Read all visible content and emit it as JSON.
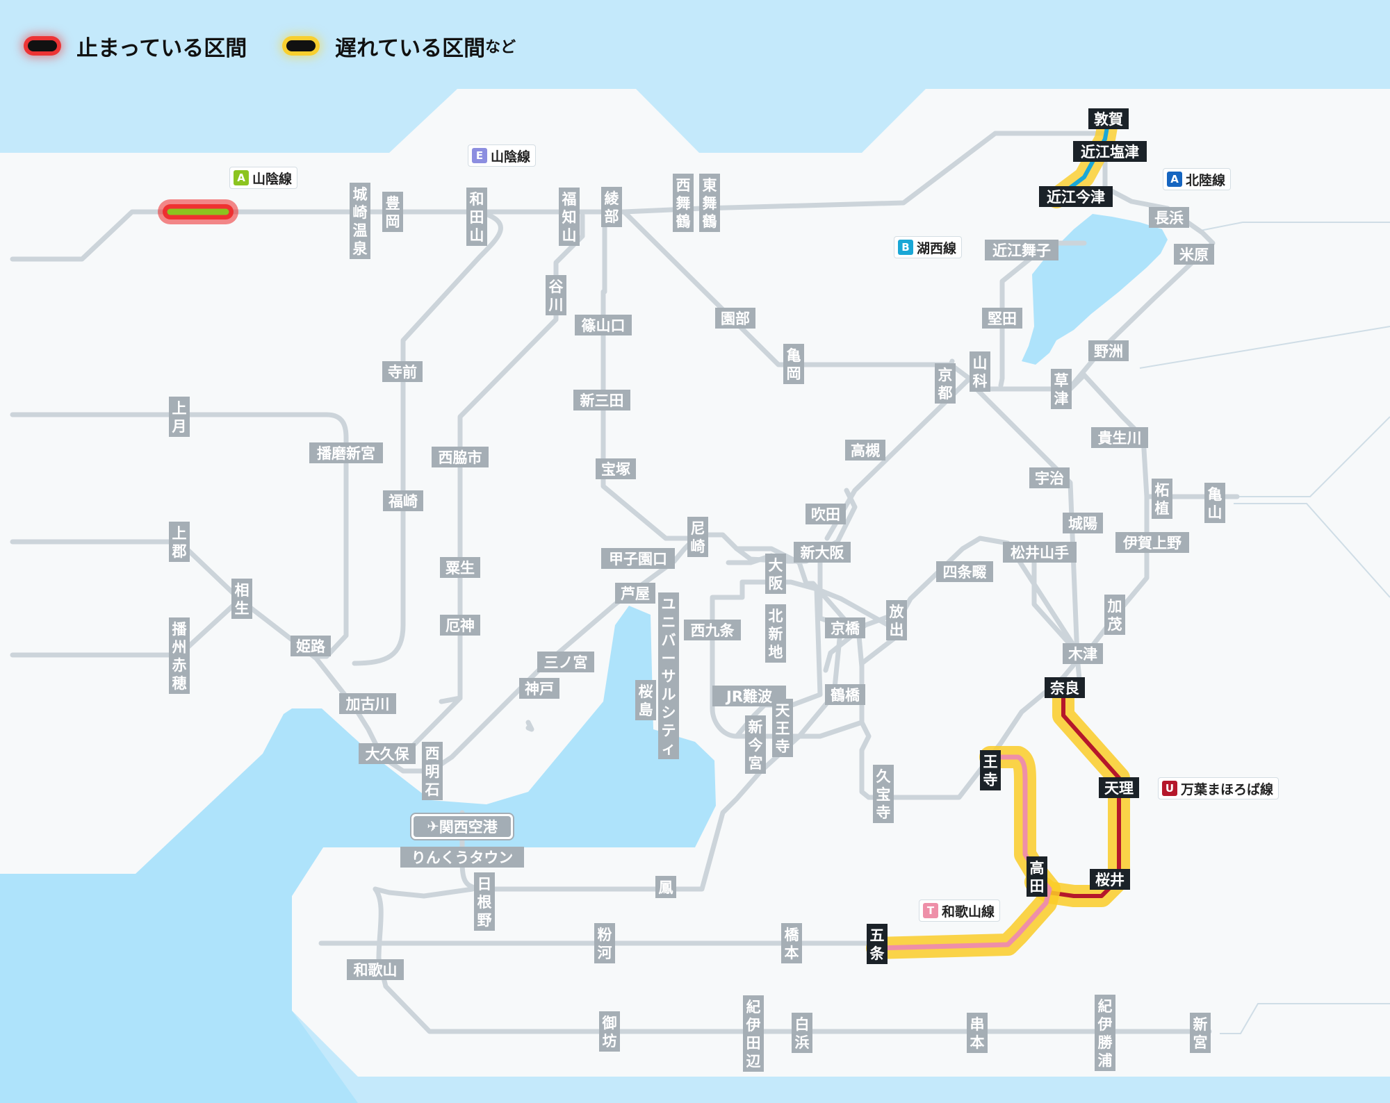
{
  "legend": {
    "stopped_label": "止まっている区間",
    "delayed_label": "遅れている区間",
    "delayed_suffix": "など",
    "stopped_color": "#ee2828",
    "delayed_color": "#facd28"
  },
  "lines": [
    {
      "code": "A",
      "name": "山陰線",
      "color": "#8cc41f"
    },
    {
      "code": "E",
      "name": "山陰線",
      "color": "#8c8ee0"
    },
    {
      "code": "A",
      "name": "北陸線",
      "color": "#1565c0"
    },
    {
      "code": "B",
      "name": "湖西線",
      "color": "#1aa7d6"
    },
    {
      "code": "U",
      "name": "万葉まほろば線",
      "color": "#b5172b"
    },
    {
      "code": "T",
      "name": "和歌山線",
      "color": "#ee8fa8"
    }
  ],
  "airport": {
    "name": "関西空港",
    "icon": "airplane-icon"
  },
  "stations": {
    "kinosaki": "城崎温泉",
    "toyooka": "豊岡",
    "wadayama": "和田山",
    "fukuchiyama": "福知山",
    "ayabe": "綾部",
    "nishimaizuru": "西舞鶴",
    "higashimaizuru": "東舞鶴",
    "tanigawa": "谷川",
    "sasayamaguchi": "篠山口",
    "shinsanda": "新三田",
    "takarazuka": "宝塚",
    "sonobe": "園部",
    "kameoka": "亀岡",
    "kyoto": "京都",
    "yamashina": "山科",
    "kusatsu": "草津",
    "yasu": "野洲",
    "maibara": "米原",
    "nagahama": "長浜",
    "omimaiko": "近江舞子",
    "katata": "堅田",
    "tsuruga": "敦賀",
    "omishiotsu": "近江塩津",
    "omiimazu": "近江今津",
    "kozuki": "上月",
    "kamigori": "上郡",
    "aioi": "相生",
    "bansyuako": "播州赤穂",
    "himeji": "姫路",
    "harimashingu": "播磨新宮",
    "teramae": "寺前",
    "fukusaki": "福崎",
    "nishiwakishi": "西脇市",
    "ao": "粟生",
    "yakujin": "厄神",
    "kakogawa": "加古川",
    "okubo": "大久保",
    "nishiakashi": "西明石",
    "kobe": "神戸",
    "sannomiya": "三ノ宮",
    "ashiya": "芦屋",
    "koshienguchi": "甲子園口",
    "amagasaki": "尼崎",
    "osaka": "大阪",
    "shinosaka": "新大阪",
    "suita": "吹田",
    "takatsuki": "高槻",
    "kitashinchi": "北新地",
    "nishikujo": "西九条",
    "usj": "ユニバーサルシティ",
    "sakurajima": "桜島",
    "kyobashi": "京橋",
    "hanaten": "放出",
    "tsuruhashi": "鶴橋",
    "jrnamba": "JR難波",
    "shinimamiya": "新今宮",
    "tennoji": "天王寺",
    "kudara": "久宝寺",
    "shijonawate": "四条畷",
    "matsuiyamate": "松井山手",
    "uji": "宇治",
    "joyo": "城陽",
    "kizu": "木津",
    "nara": "奈良",
    "tenri": "天理",
    "sakurai": "桜井",
    "takada": "高田",
    "oji": "王寺",
    "gojo": "五条",
    "hashimoto": "橋本",
    "kokawa": "粉河",
    "wakayama": "和歌山",
    "hine": "日根野",
    "otori": "鳳",
    "rinku": "りんくうタウン",
    "gobo": "御坊",
    "kiitanabe": "紀伊田辺",
    "shirahama": "白浜",
    "kushimoto": "串本",
    "kiikatsuura": "紀伊勝浦",
    "shingu": "新宮",
    "kibukawa": "貴生川",
    "tsuge": "柘植",
    "kameyama": "亀山",
    "igaueno": "伊賀上野",
    "kamo": "加茂"
  }
}
